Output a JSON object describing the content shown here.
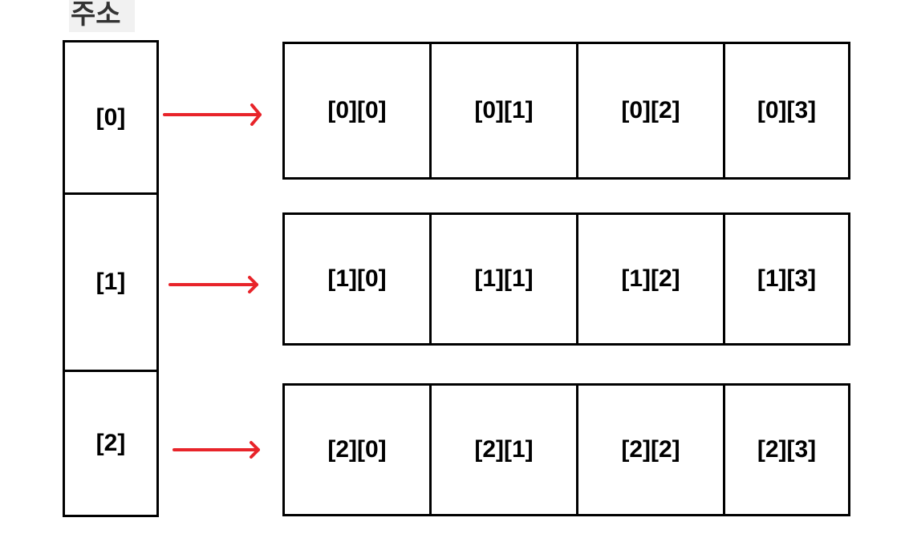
{
  "title": "주소",
  "address_cells": [
    "[0]",
    "[1]",
    "[2]"
  ],
  "rows": [
    [
      "[0][0]",
      "[0][1]",
      "[0][2]",
      "[0][3]"
    ],
    [
      "[1][0]",
      "[1][1]",
      "[1][2]",
      "[1][3]"
    ],
    [
      "[2][0]",
      "[2][1]",
      "[2][2]",
      "[2][3]"
    ]
  ],
  "colors": {
    "arrow": "#e8242a",
    "border": "#000000",
    "title_bg": "#f1f1f1"
  }
}
